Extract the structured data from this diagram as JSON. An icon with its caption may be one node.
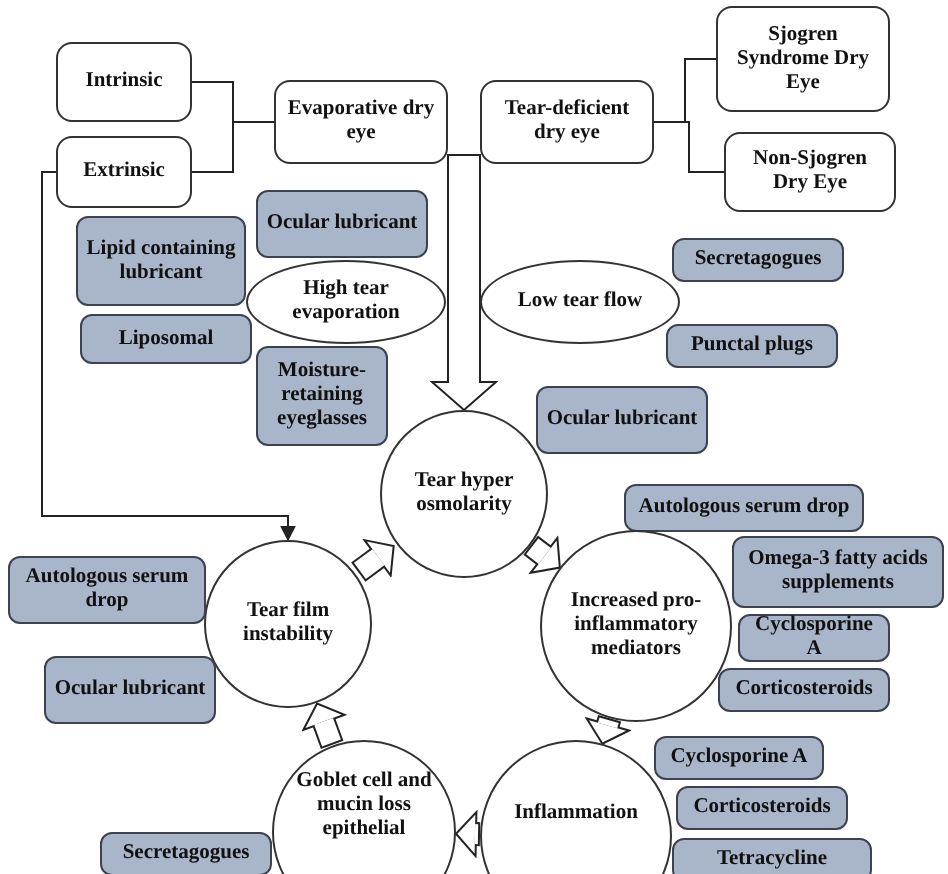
{
  "diagram": {
    "nodes": [
      {
        "text": [
          "Intrinsic"
        ]
      },
      {
        "text": [
          "Extrinsic"
        ]
      },
      {
        "text": [
          "Evaporative dry eye"
        ]
      },
      {
        "text": [
          "Tear-deficient dry eye"
        ]
      },
      {
        "text": [
          "Sjogren Syndrome Dry Eye"
        ]
      },
      {
        "text": [
          "Non-Sjogren Dry Eye"
        ]
      },
      {
        "text": [
          "Lipid containing lubricant"
        ]
      },
      {
        "text": [
          "Ocular lubricant"
        ]
      },
      {
        "text": [
          "High tear evaporation"
        ]
      },
      {
        "text": [
          "Liposomal"
        ]
      },
      {
        "text": [
          "Moisture-retaining eyeglasses"
        ]
      },
      {
        "text": [
          "Low tear flow"
        ]
      },
      {
        "text": [
          "Secretagogues"
        ]
      },
      {
        "text": [
          "Punctal plugs"
        ]
      },
      {
        "text": [
          "Ocular lubricant"
        ]
      },
      {
        "text": [
          "Tear hyper osmolarity"
        ]
      },
      {
        "text": [
          "Autologous serum drop"
        ]
      },
      {
        "text": [
          "Omega-3 fatty acids supplements"
        ]
      },
      {
        "text": [
          "Increased pro-inflammatory mediators"
        ]
      },
      {
        "text": [
          "Cyclosporine A"
        ]
      },
      {
        "text": [
          "Corticosteroids"
        ]
      },
      {
        "text": [
          "Tear film instability"
        ]
      },
      {
        "text": [
          "Autologous serum drop"
        ]
      },
      {
        "text": [
          "Ocular lubricant"
        ]
      },
      {
        "text": [
          "Goblet cell and mucin loss epithelial"
        ]
      },
      {
        "text": [
          "Inflammation"
        ]
      },
      {
        "text": [
          "Cyclosporine A"
        ]
      },
      {
        "text": [
          "Corticosteroids"
        ]
      },
      {
        "text": [
          "Tetracycline"
        ]
      },
      {
        "text": [
          "Secretagogues"
        ]
      }
    ],
    "edges": [
      {
        "from": 0,
        "to": 2,
        "arrow": "none"
      },
      {
        "from": 1,
        "to": 2,
        "arrow": "none"
      },
      {
        "from": 3,
        "to": 4,
        "arrow": "none"
      },
      {
        "from": 3,
        "to": 5,
        "arrow": "none"
      },
      {
        "from": 1,
        "to": 21,
        "arrow": "to"
      },
      {
        "from": 2,
        "to": 15,
        "arrow": "to"
      },
      {
        "from": 3,
        "to": 15,
        "arrow": "to"
      },
      {
        "from": 15,
        "to": 18,
        "arrow": "to"
      },
      {
        "from": 18,
        "to": 25,
        "arrow": "to"
      },
      {
        "from": 25,
        "to": 24,
        "arrow": "to"
      },
      {
        "from": 24,
        "to": 21,
        "arrow": "to"
      },
      {
        "from": 21,
        "to": 15,
        "arrow": "to"
      }
    ]
  }
}
